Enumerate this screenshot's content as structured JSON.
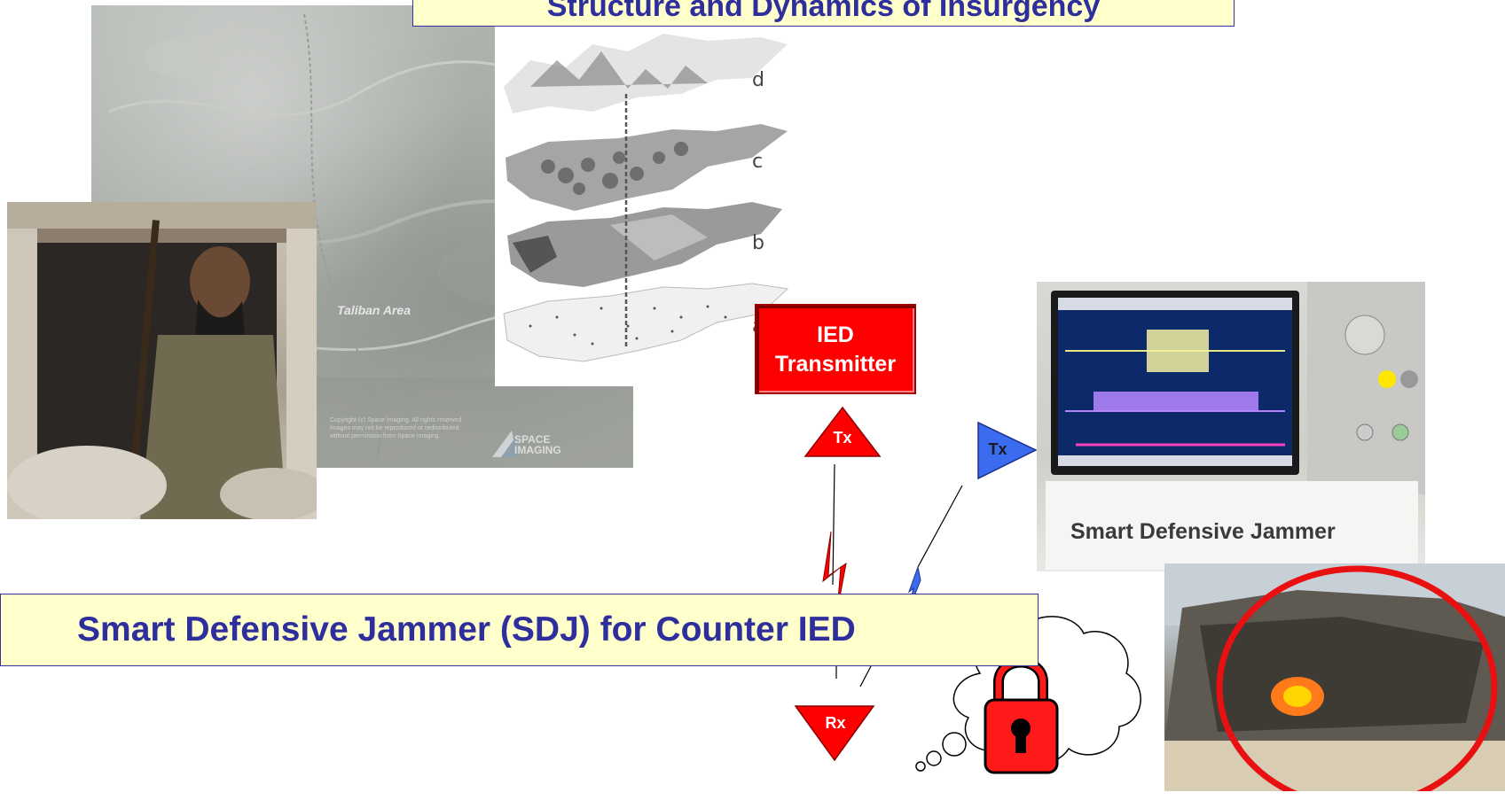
{
  "title": "Structure and Dynamics of Insurgency",
  "satellite": {
    "area_label": "Taliban Area",
    "copyright": "Copyright (c) Space Imaging. All rights reserved. Images may not be reproduced or redistributed without permission from Space Imaging.",
    "logo_line1": "SPACE",
    "logo_line2": "IMAGING"
  },
  "map_layers": [
    "d",
    "c",
    "b",
    "a"
  ],
  "ied_box": {
    "line1": "IED",
    "line2": "Transmitter"
  },
  "tx_red": "Tx",
  "tx_blue": "Tx",
  "rx": "Rx",
  "scope_caption": "Smart Defensive Jammer",
  "sdj_banner": "Smart Defensive Jammer (SDJ)  for Counter IED",
  "colors": {
    "banner_bg": "#ffffcc",
    "banner_text": "#2e2e9c",
    "ied_red": "#ff0000",
    "jammer_blue": "#3b6cf0",
    "target_circle": "#e81010"
  }
}
